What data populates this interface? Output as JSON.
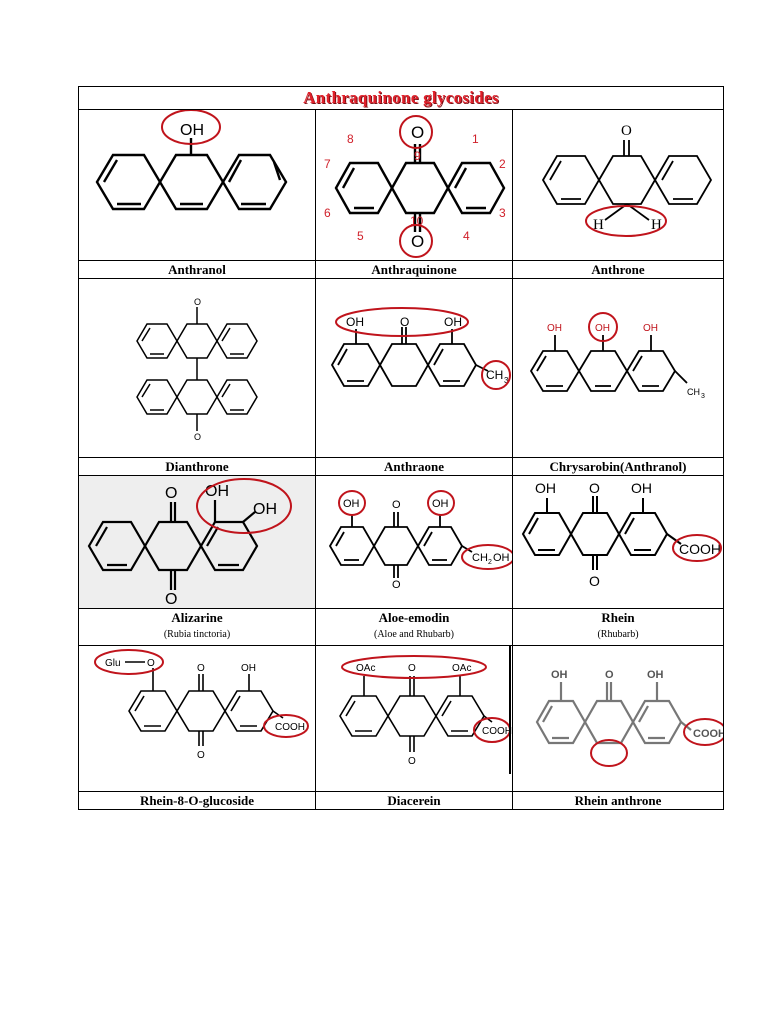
{
  "document": {
    "title": "Anthraquinone glycosides",
    "compounds": [
      {
        "name": "Anthranol",
        "note": ""
      },
      {
        "name": "Anthraquinone",
        "note": ""
      },
      {
        "name": "Anthrone",
        "note": ""
      },
      {
        "name": "Dianthrone",
        "note": ""
      },
      {
        "name": "Anthraone",
        "note": ""
      },
      {
        "name": "Chrysarobin(Anthranol)",
        "note": ""
      },
      {
        "name": "Alizarine",
        "note": "(Rubia tinctoria)"
      },
      {
        "name": "Aloe-emodin",
        "note": "(Aloe and Rhubarb)"
      },
      {
        "name": "Rhein",
        "note": "(Rhubarb)"
      },
      {
        "name": "Rhein-8-O-glucoside",
        "note": ""
      },
      {
        "name": "Diacerein",
        "note": ""
      },
      {
        "name": "Rhein anthrone",
        "note": ""
      }
    ]
  },
  "structure_labels": {
    "oh": "OH",
    "o": "O",
    "h": "H",
    "ch3": "CH",
    "ch3_sub": "3",
    "ch2oh": "CH",
    "ch2oh_sub": "2",
    "ch2oh_tail": "OH",
    "cooh": "COOH",
    "glu": "Glu",
    "oac": "OAc",
    "n1": "1",
    "n2": "2",
    "n3": "3",
    "n4": "4",
    "n5": "5",
    "n6": "6",
    "n7": "7",
    "n8": "8",
    "n9": "9",
    "n10": "10"
  },
  "colors": {
    "title": "#e0202a",
    "highlight": "#c0141c",
    "numbering": "#d0202a"
  }
}
